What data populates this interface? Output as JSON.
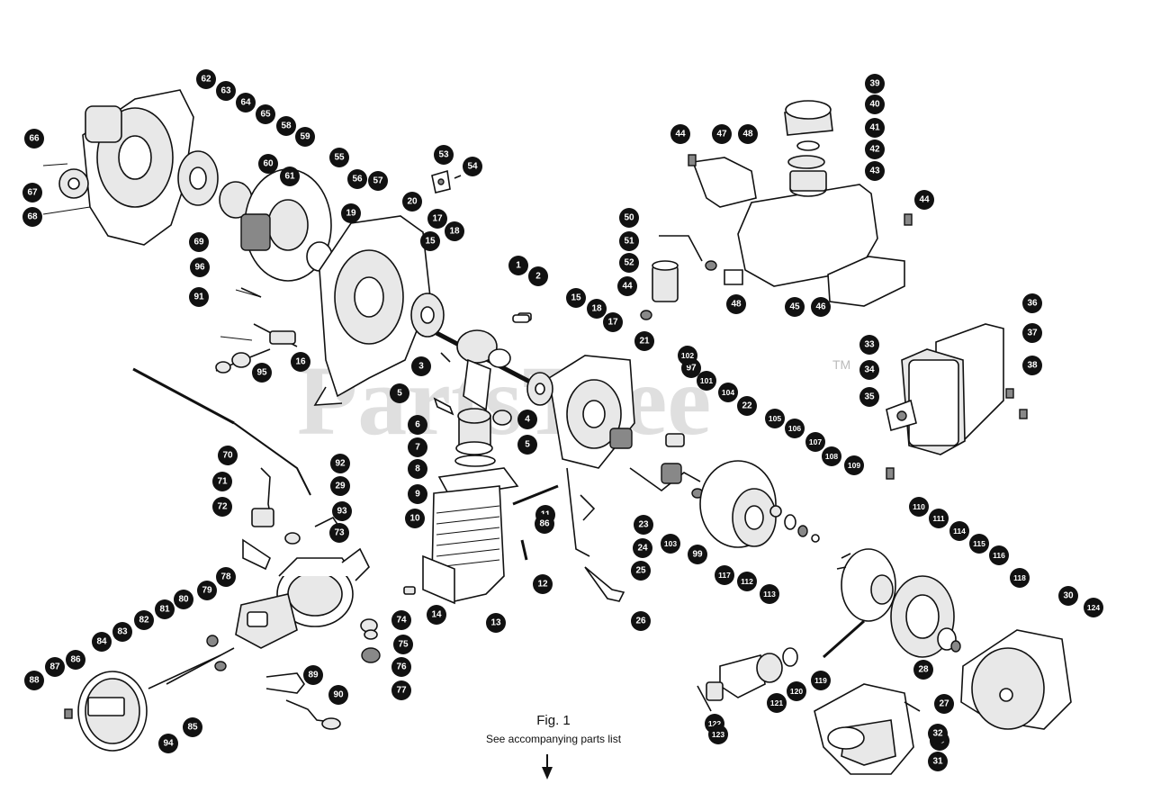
{
  "watermark": "PartsTree",
  "trademark": "TM",
  "figure": {
    "title": "Fig. 1",
    "note": "See accompanying parts list"
  },
  "callouts": [
    "1",
    "2",
    "3",
    "4",
    "5",
    "5",
    "6",
    "7",
    "8",
    "9",
    "10",
    "11",
    "12",
    "13",
    "14",
    "15",
    "15",
    "16",
    "17",
    "17",
    "18",
    "18",
    "19",
    "20",
    "21",
    "22",
    "23",
    "24",
    "25",
    "26",
    "27",
    "28",
    "29",
    "29",
    "30",
    "31",
    "32",
    "33",
    "34",
    "35",
    "36",
    "37",
    "38",
    "39",
    "40",
    "41",
    "42",
    "43",
    "44",
    "44",
    "44",
    "45",
    "46",
    "47",
    "48",
    "48",
    "50",
    "51",
    "52",
    "53",
    "54",
    "55",
    "56",
    "57",
    "58",
    "59",
    "60",
    "61",
    "62",
    "63",
    "64",
    "65",
    "66",
    "67",
    "68",
    "69",
    "70",
    "71",
    "72",
    "73",
    "74",
    "75",
    "76",
    "77",
    "78",
    "79",
    "80",
    "81",
    "82",
    "83",
    "84",
    "85",
    "86",
    "86",
    "87",
    "88",
    "89",
    "90",
    "91",
    "92",
    "93",
    "94",
    "95",
    "96",
    "97",
    "99",
    "101",
    "102",
    "103",
    "104",
    "105",
    "106",
    "107",
    "108",
    "109",
    "110",
    "111",
    "112",
    "113",
    "114",
    "115",
    "116",
    "117",
    "118",
    "119",
    "120",
    "121",
    "122",
    "123",
    "124",
    "125"
  ]
}
